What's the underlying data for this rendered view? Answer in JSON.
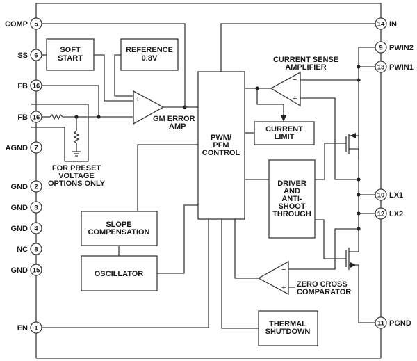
{
  "diagram": {
    "type": "block-diagram",
    "left_pins": [
      {
        "name": "COMP",
        "number": "5"
      },
      {
        "name": "SS",
        "number": "6"
      },
      {
        "name": "FB",
        "number": "16"
      },
      {
        "name": "FB",
        "number": "16"
      },
      {
        "name": "AGND",
        "number": "7"
      },
      {
        "name": "GND",
        "number": "2"
      },
      {
        "name": "GND",
        "number": "3"
      },
      {
        "name": "GND",
        "number": "4"
      },
      {
        "name": "NC",
        "number": "8"
      },
      {
        "name": "GND",
        "number": "15"
      },
      {
        "name": "EN",
        "number": "1"
      }
    ],
    "right_pins": [
      {
        "name": "IN",
        "number": "14"
      },
      {
        "name": "PWIN2",
        "number": "9"
      },
      {
        "name": "PWIN1",
        "number": "13"
      },
      {
        "name": "LX1",
        "number": "10"
      },
      {
        "name": "LX2",
        "number": "12"
      },
      {
        "name": "PGND",
        "number": "11"
      }
    ],
    "blocks": {
      "soft_start": [
        "SOFT",
        "START"
      ],
      "reference": [
        "REFERENCE",
        "0.8V"
      ],
      "pwm_control": [
        "PWM/",
        "PFM",
        "CONTROL"
      ],
      "current_limit": [
        "CURRENT",
        "LIMIT"
      ],
      "driver": [
        "DRIVER",
        "AND",
        "ANTI-",
        "SHOOT",
        "THROUGH"
      ],
      "slope_comp": [
        "SLOPE",
        "COMPENSATION"
      ],
      "oscillator": [
        "OSCILLATOR"
      ],
      "thermal": [
        "THERMAL",
        "SHUTDOWN"
      ]
    },
    "amplifiers": {
      "gm_error_amp": [
        "GM ERROR",
        "AMP"
      ],
      "current_sense": [
        "CURRENT SENSE",
        "AMPLIFIER"
      ],
      "zero_cross": [
        "ZERO CROSS",
        "COMPARATOR"
      ]
    },
    "preset_note": [
      "FOR PRESET",
      "VOLTAGE",
      "OPTIONS ONLY"
    ],
    "signs": {
      "plus": "+",
      "minus": "−"
    }
  }
}
